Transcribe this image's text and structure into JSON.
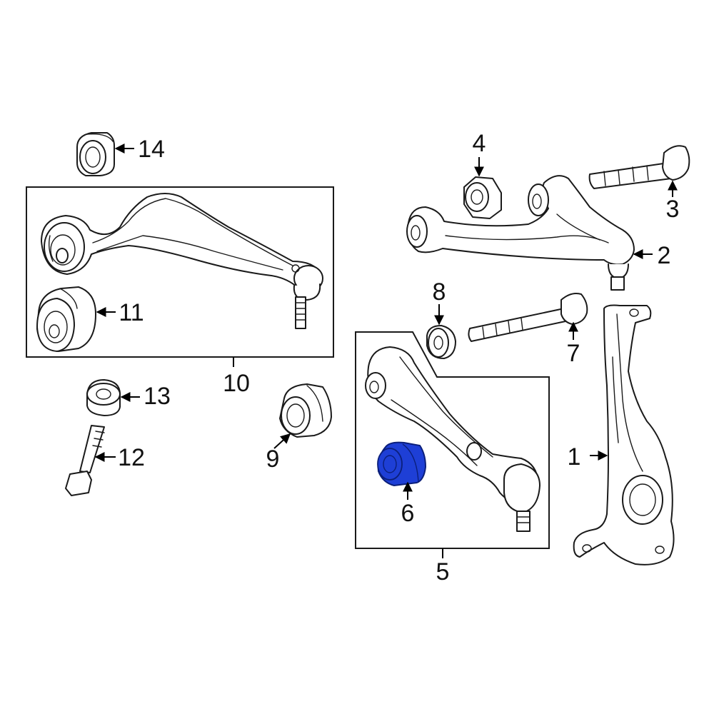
{
  "callouts": [
    {
      "id": "1",
      "label": "1"
    },
    {
      "id": "2",
      "label": "2"
    },
    {
      "id": "3",
      "label": "3"
    },
    {
      "id": "4",
      "label": "4"
    },
    {
      "id": "5",
      "label": "5"
    },
    {
      "id": "6",
      "label": "6"
    },
    {
      "id": "7",
      "label": "7"
    },
    {
      "id": "8",
      "label": "8"
    },
    {
      "id": "9",
      "label": "9"
    },
    {
      "id": "10",
      "label": "10"
    },
    {
      "id": "11",
      "label": "11"
    },
    {
      "id": "12",
      "label": "12"
    },
    {
      "id": "13",
      "label": "13"
    },
    {
      "id": "14",
      "label": "14"
    }
  ],
  "highlight": {
    "part": "6",
    "color": "#1e3fd6"
  },
  "colors": {
    "line": "#1a1a1a",
    "background": "#ffffff"
  }
}
